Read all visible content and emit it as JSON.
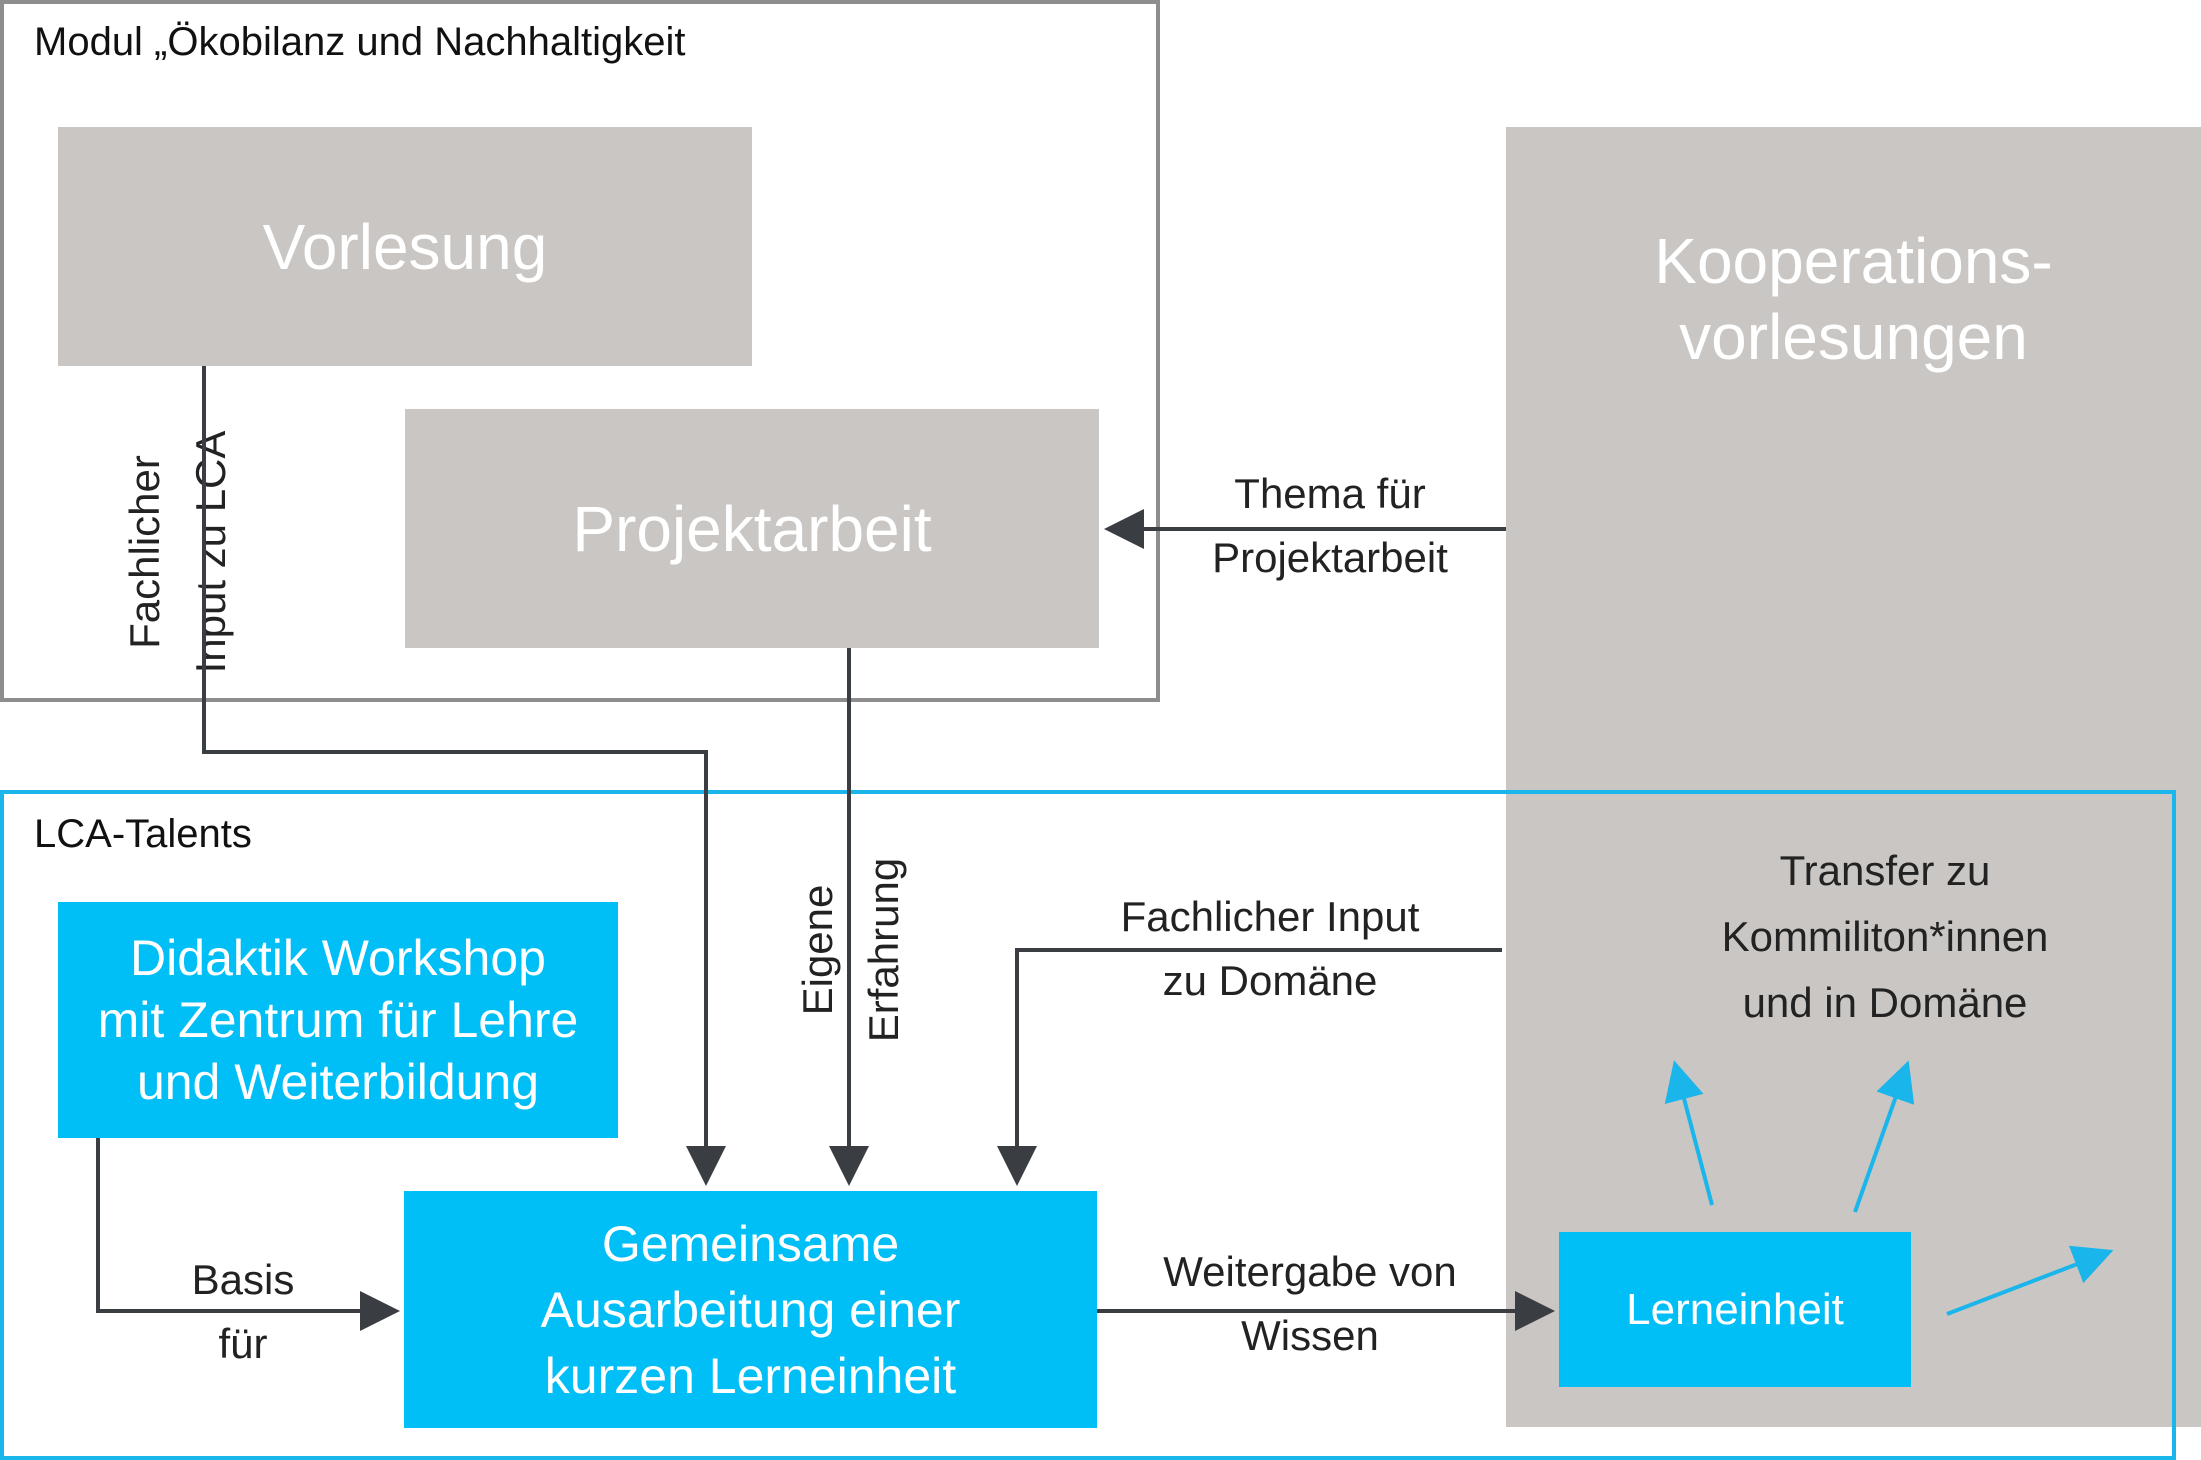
{
  "modul": {
    "title": "Modul „Ökobilanz und Nachhaltigkeit",
    "vorlesung": "Vorlesung",
    "projektarbeit": "Projektarbeit"
  },
  "kooperation": {
    "line1": "Kooperations-",
    "line2": "vorlesungen"
  },
  "lca": {
    "title": "LCA-Talents",
    "workshop": [
      "Didaktik Workshop",
      "mit Zentrum für Lehre",
      "und Weiterbildung"
    ],
    "gemeinsame": [
      "Gemeinsame",
      "Ausarbeitung einer",
      "kurzen Lerneinheit"
    ],
    "lerneinheit": "Lerneinheit",
    "transfer": [
      "Transfer zu",
      "Kommiliton*innen",
      "und in Domäne"
    ]
  },
  "labels": {
    "fachlicher_input_lca": [
      "Fachlicher",
      "Input zu LCA"
    ],
    "thema": [
      "Thema für",
      "Projektarbeit"
    ],
    "eigene_erfahrung": [
      "Eigene",
      "Erfahrung"
    ],
    "fachlicher_input_domaene": [
      "Fachlicher Input",
      "zu Domäne"
    ],
    "basis": [
      "Basis",
      "für"
    ],
    "weitergabe": [
      "Weitergabe von",
      "Wissen"
    ]
  },
  "colors": {
    "grey_box": "#c9c6c4",
    "blue_box": "#00bef6",
    "frame_grey": "#8d8d8d",
    "frame_blue": "#1ab5ea",
    "arrow_dark": "#3a3d42",
    "arrow_blue": "#1ab5ea"
  }
}
